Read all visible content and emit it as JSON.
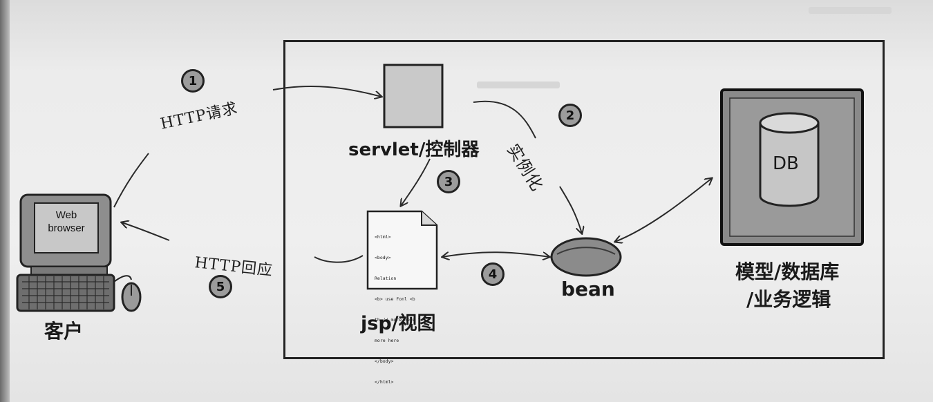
{
  "client": {
    "label": "客户",
    "screen_lines": [
      "Web",
      "browser"
    ]
  },
  "servlet": {
    "label": "servlet/控制器"
  },
  "jsp": {
    "label": "jsp/视图",
    "doc_lines": [
      "<html>",
      "<body>",
      "Relation",
      "<b> use Fonl <b",
      "th // more here t",
      "more here",
      "</body>",
      "</html>"
    ]
  },
  "bean": {
    "label": "bean"
  },
  "model": {
    "label_line1": "模型/数据库",
    "label_line2": "/业务逻辑",
    "db_label": "DB"
  },
  "flow": {
    "request_label": "HTTP请求",
    "response_label": "HTTP回应",
    "instantiate_label": "实例化"
  },
  "steps": [
    "1",
    "2",
    "3",
    "4",
    "5"
  ]
}
